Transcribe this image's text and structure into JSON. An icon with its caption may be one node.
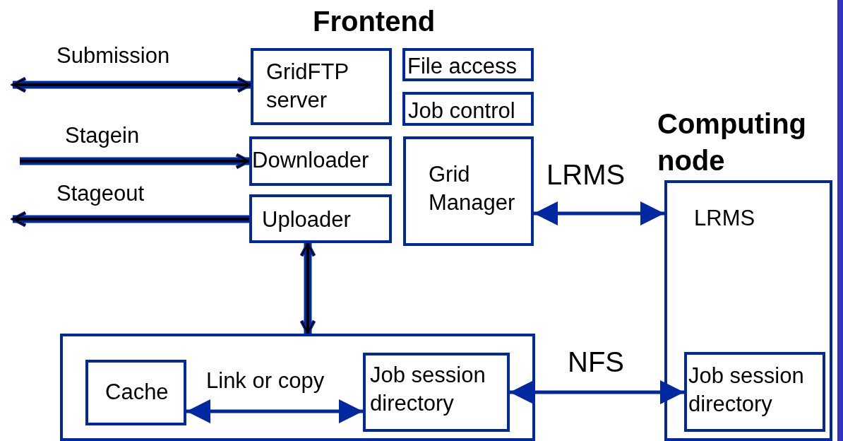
{
  "diagram": {
    "title": "Frontend",
    "nodes": [
      {
        "text": [
          "GridFTP server"
        ]
      },
      {
        "text": [
          "File access"
        ]
      },
      {
        "text": [
          "Job control"
        ]
      },
      {
        "text": [
          "Downloader"
        ]
      },
      {
        "text": [
          "Grid Manager"
        ]
      },
      {
        "text": [
          "Uploader"
        ]
      },
      {
        "text": [],
        "shape": "box"
      },
      {
        "text": [
          "Cache"
        ],
        "in": 6
      },
      {
        "text": [
          "Job session directory"
        ],
        "in": 6
      },
      {
        "text": [
          "Computing node",
          "LRMS"
        ]
      },
      {
        "text": [
          "Job session directory"
        ],
        "in": 9
      }
    ],
    "edges": [
      {
        "from": null,
        "to": 0,
        "arrow": "both",
        "label": "Submission"
      },
      {
        "from": null,
        "to": 3,
        "arrow": "to",
        "label": "Stagein"
      },
      {
        "from": 5,
        "to": null,
        "arrow": "to",
        "label": "Stageout"
      },
      {
        "from": 5,
        "to": 6,
        "arrow": "both"
      },
      {
        "from": 4,
        "to": 9,
        "arrow": "both",
        "label": "LRMS",
        "color": "#0028a0"
      },
      {
        "from": 7,
        "to": 8,
        "arrow": "both",
        "label": "Link or copy",
        "color": "#0028a0"
      },
      {
        "from": 8,
        "to": 10,
        "arrow": "both",
        "label": "NFS",
        "color": "#0028a0"
      }
    ]
  }
}
